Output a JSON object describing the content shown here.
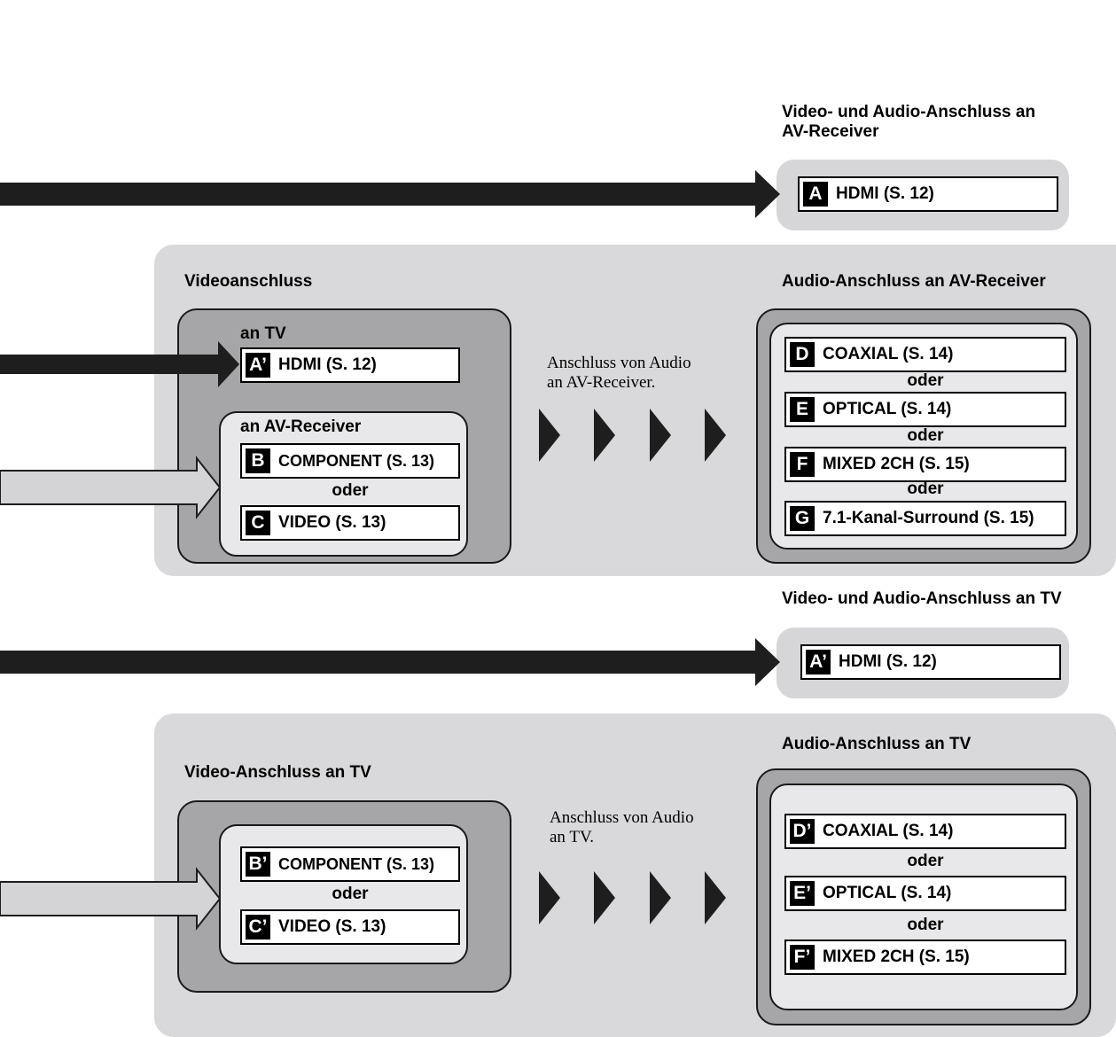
{
  "section1": {
    "heading_line1": "Video- und Audio-Anschluss an",
    "heading_line2": "AV-Receiver",
    "item": {
      "letter": "A",
      "label": "HDMI (S. 12)"
    }
  },
  "section2": {
    "video_heading": "Videoanschluss",
    "audio_heading": "Audio-Anschluss an AV-Receiver",
    "tv_label": "an TV",
    "tv_item": {
      "letter": "A’",
      "label": "HDMI (S. 12)"
    },
    "avr_label": "an AV-Receiver",
    "avr_items": [
      {
        "letter": "B",
        "label": "COMPONENT (S. 13)"
      },
      {
        "letter": "C",
        "label": "VIDEO (S. 13)"
      }
    ],
    "avr_or": "oder",
    "note_line1": "Anschluss von Audio",
    "note_line2": "an AV-Receiver.",
    "audio_items": [
      {
        "letter": "D",
        "label": "COAXIAL (S. 14)"
      },
      {
        "letter": "E",
        "label": "OPTICAL (S. 14)"
      },
      {
        "letter": "F",
        "label": "MIXED 2CH (S. 15)"
      },
      {
        "letter": "G",
        "label": "7.1-Kanal-Surround (S. 15)"
      }
    ],
    "audio_or": "oder"
  },
  "section3": {
    "heading": "Video- und Audio-Anschluss an TV",
    "item": {
      "letter": "A’",
      "label": "HDMI (S. 12)"
    }
  },
  "section4": {
    "video_heading": "Video-Anschluss an TV",
    "audio_heading": "Audio-Anschluss an TV",
    "video_items": [
      {
        "letter": "B’",
        "label": "COMPONENT (S. 13)"
      },
      {
        "letter": "C’",
        "label": "VIDEO (S. 13)"
      }
    ],
    "video_or": "oder",
    "note_line1": "Anschluss von Audio",
    "note_line2": "an TV.",
    "audio_items": [
      {
        "letter": "D’",
        "label": "COAXIAL (S. 14)"
      },
      {
        "letter": "E’",
        "label": "OPTICAL (S. 14)"
      },
      {
        "letter": "F’",
        "label": "MIXED 2CH (S. 15)"
      }
    ],
    "audio_or": "oder"
  },
  "colors": {
    "panel": "#d9d9db",
    "box_mid": "#a6a6a8",
    "box_inner": "#e8e8ea",
    "arrow_dark": "#1e1e1e",
    "arrow_light": "#d4d4d6"
  }
}
